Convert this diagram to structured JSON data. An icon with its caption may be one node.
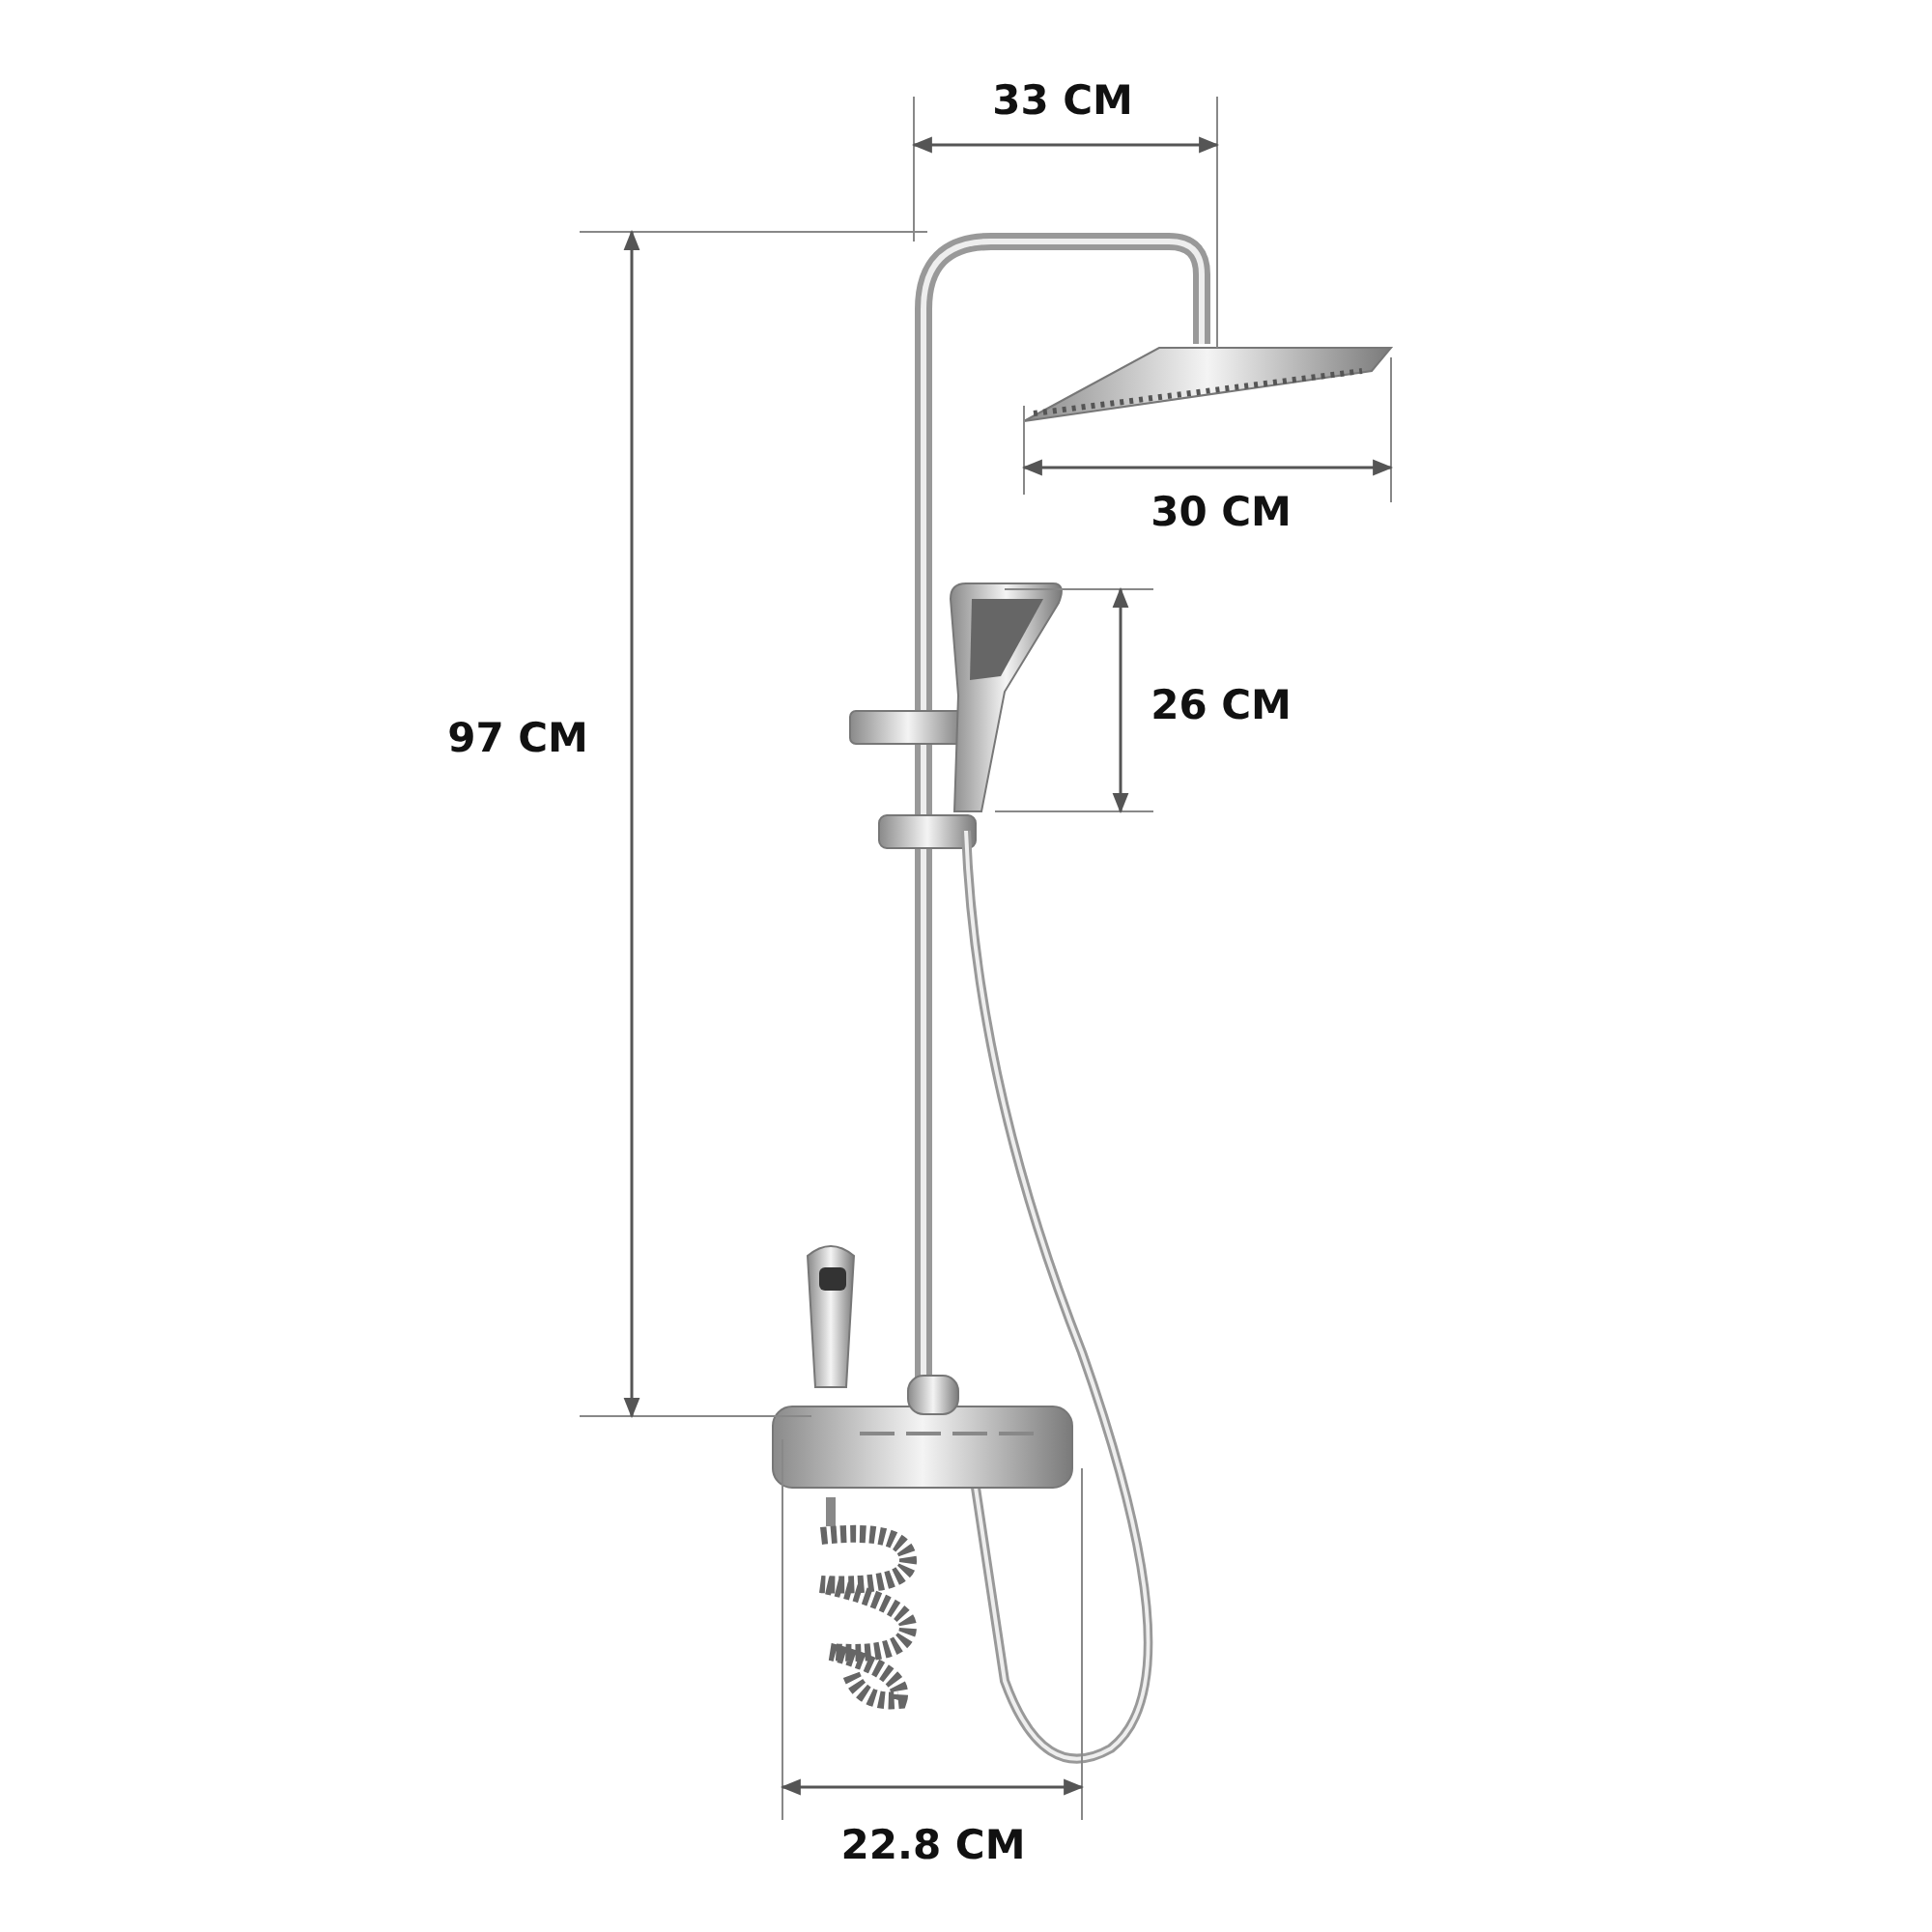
{
  "diagram": {
    "labels": [
      "33 CM",
      "30 CM",
      "26 CM",
      "97 CM",
      "22.8 CM"
    ]
  }
}
